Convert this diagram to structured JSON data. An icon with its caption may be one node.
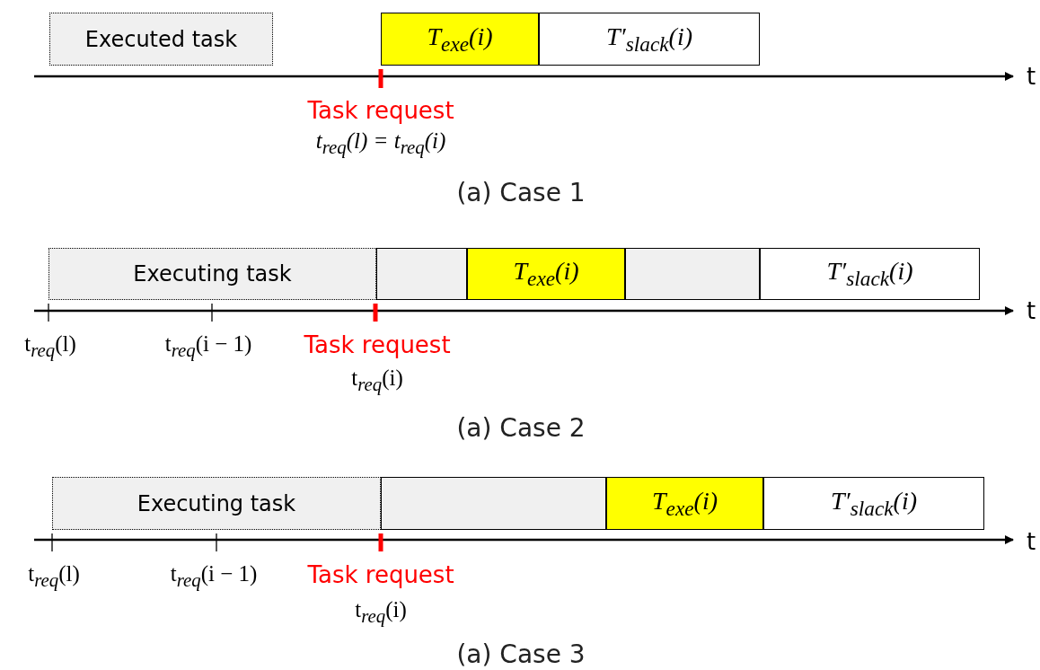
{
  "diagram": {
    "nodes": [
      {
        "text": [
          "Executed task"
        ]
      },
      {
        "text": [
          "T$_{exe}$(i)"
        ]
      },
      {
        "text": [
          "T′$_{slack}$(i)"
        ]
      },
      {
        "text": [
          "Executing task"
        ]
      },
      {
        "text": [],
        "shape": "box"
      },
      {
        "text": [
          "T$_{exe}$(i)"
        ]
      },
      {
        "text": [],
        "shape": "box"
      },
      {
        "text": [
          "T′$_{slack}$(i)"
        ]
      },
      {
        "text": [
          "Executing task"
        ]
      },
      {
        "text": [],
        "shape": "box"
      },
      {
        "text": [
          "T$_{exe}$(i)"
        ]
      },
      {
        "text": [
          "T′$_{slack}$(i)"
        ]
      }
    ],
    "labels": [
      "t",
      "Task request",
      "t$_{req}$(l) = t$_{req}$(i)",
      "(a) Case 1",
      "t",
      "t$_{req}$(l)",
      "t$_{req}$(i − 1)",
      "Task request",
      "t$_{req}$(i)",
      "(a) Case 2",
      "t",
      "t$_{req}$(l)",
      "t$_{req}$(i − 1)",
      "Task request",
      "t$_{req}$(i)",
      "(a) Case 3"
    ]
  }
}
